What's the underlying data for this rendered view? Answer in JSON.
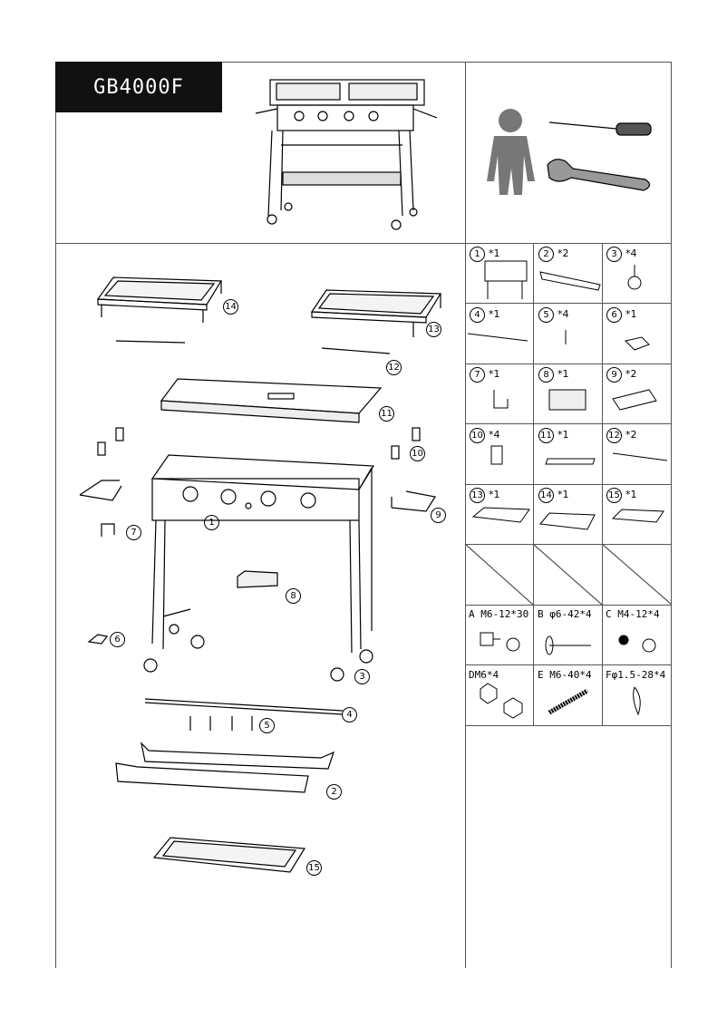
{
  "header": {
    "model": "GB4000F"
  },
  "parts_list": [
    {
      "num": "1",
      "qty": "*1"
    },
    {
      "num": "2",
      "qty": "*2"
    },
    {
      "num": "3",
      "qty": "*4"
    },
    {
      "num": "4",
      "qty": "*1"
    },
    {
      "num": "5",
      "qty": "*4"
    },
    {
      "num": "6",
      "qty": "*1"
    },
    {
      "num": "7",
      "qty": "*1"
    },
    {
      "num": "8",
      "qty": "*1"
    },
    {
      "num": "9",
      "qty": "*2"
    },
    {
      "num": "10",
      "qty": "*4"
    },
    {
      "num": "11",
      "qty": "*1"
    },
    {
      "num": "12",
      "qty": "*2"
    },
    {
      "num": "13",
      "qty": "*1"
    },
    {
      "num": "14",
      "qty": "*1"
    },
    {
      "num": "15",
      "qty": "*1"
    }
  ],
  "hardware": [
    {
      "label": "A M6-12*30"
    },
    {
      "label": "B φ6-42*4"
    },
    {
      "label": "C M4-12*4"
    },
    {
      "label": "DM6*4"
    },
    {
      "label": "E M6-40*4"
    },
    {
      "label": "Fφ1.5-28*4"
    }
  ],
  "callouts": [
    "14",
    "13",
    "12",
    "11",
    "10",
    "9",
    "1",
    "7",
    "8",
    "6",
    "3",
    "4",
    "5",
    "2",
    "15"
  ]
}
